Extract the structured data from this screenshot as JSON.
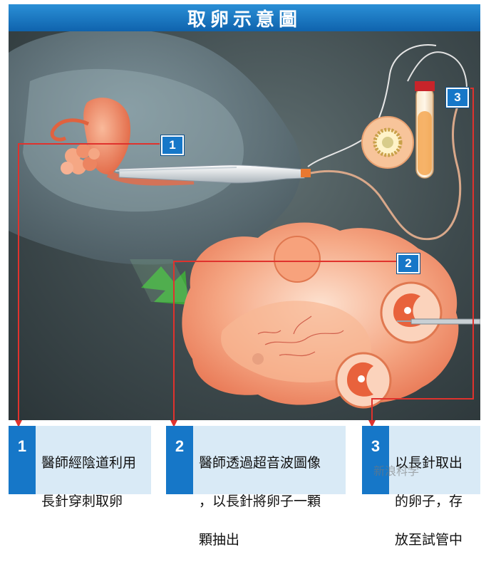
{
  "title": "取卵示意圖",
  "badges": [
    "1",
    "2",
    "3"
  ],
  "steps": [
    {
      "num": "1",
      "lines": [
        "醫師經陰道利用",
        "長針穿刺取卵"
      ]
    },
    {
      "num": "2",
      "lines": [
        "醫師透過超音波圖像",
        "，以長針將卵子一顆",
        "顆抽出"
      ]
    },
    {
      "num": "3",
      "lines": [
        "以長針取出",
        "的卵子，存",
        "放至試管中"
      ]
    }
  ],
  "watermark": "新浪科学",
  "colors": {
    "title_blue": "#1677c8",
    "pointer_red": "#e0322d",
    "tissue": "#f4a07a",
    "arrow_green": "#3fae3a"
  }
}
